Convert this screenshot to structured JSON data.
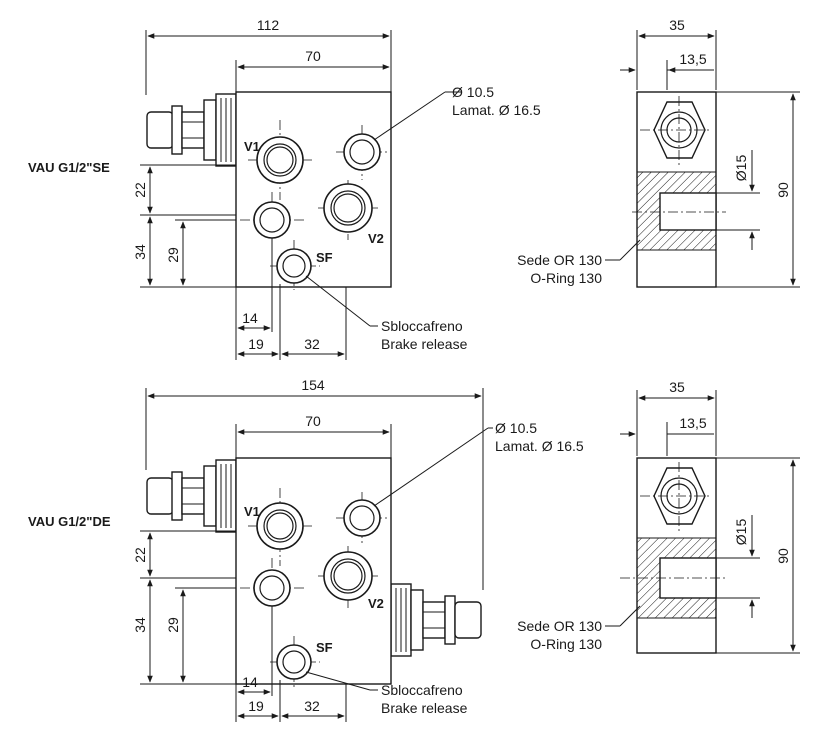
{
  "top": {
    "model": "VAU G1/2\"SE",
    "dims": {
      "overall_width": "112",
      "body_width": "70",
      "v_22": "22",
      "v_34": "34",
      "v_29": "29",
      "h_14": "14",
      "h_19": "19",
      "h_32": "32"
    },
    "ports": {
      "v1": "V1",
      "v2": "V2",
      "sf": "SF"
    },
    "hole_note_1": "Ø 10.5",
    "hole_note_2": "Lamat. Ø 16.5",
    "brake_note_1": "Sbloccafreno",
    "brake_note_2": "Brake release",
    "side": {
      "width": "35",
      "offset": "13,5",
      "bore": "Ø15",
      "height": "90",
      "oring_1": "Sede OR 130",
      "oring_2": "O-Ring 130"
    }
  },
  "bottom": {
    "model": "VAU G1/2\"DE",
    "dims": {
      "overall_width": "154",
      "body_width": "70",
      "v_22": "22",
      "v_34": "34",
      "v_29": "29",
      "h_14": "14",
      "h_19": "19",
      "h_32": "32"
    },
    "ports": {
      "v1": "V1",
      "v2": "V2",
      "sf": "SF"
    },
    "hole_note_1": "Ø 10.5",
    "hole_note_2": "Lamat. Ø 16.5",
    "brake_note_1": "Sbloccafreno",
    "brake_note_2": "Brake release",
    "side": {
      "width": "35",
      "offset": "13,5",
      "bore": "Ø15",
      "height": "90",
      "oring_1": "Sede OR 130",
      "oring_2": "O-Ring 130"
    }
  }
}
